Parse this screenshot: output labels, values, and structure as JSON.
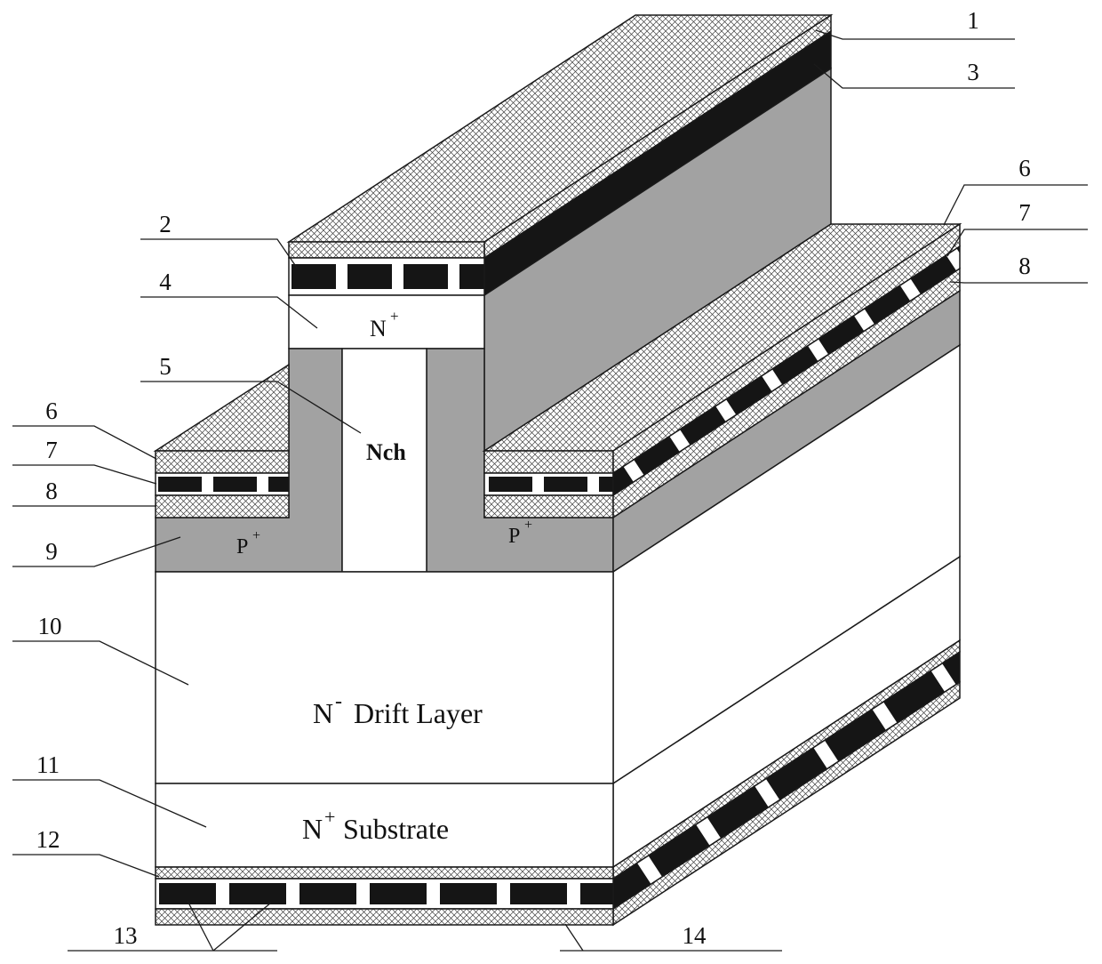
{
  "colors": {
    "gray": "#a2a2a2",
    "black": "#151515",
    "ink": "#1a1a1a",
    "paper": "#ffffff"
  },
  "callouts": {
    "c1": "1",
    "c2": "2",
    "c3": "3",
    "c4": "4",
    "c5": "5",
    "c6": "6",
    "c7": "7",
    "c8": "8",
    "c9": "9",
    "c10": "10",
    "c11": "11",
    "c12": "12",
    "c13": "13",
    "c14": "14"
  },
  "regions": {
    "n_plus_cap": {
      "base": "N",
      "sup": "+"
    },
    "channel": "Nch",
    "p_plus_left": {
      "base": "P",
      "sup": "+"
    },
    "p_plus_right": {
      "base": "P",
      "sup": "+"
    },
    "drift": {
      "base": "N",
      "sup": "-",
      "name": "Drift Layer"
    },
    "substrate": {
      "base": "N",
      "sup": "+",
      "name": "Substrate"
    }
  }
}
